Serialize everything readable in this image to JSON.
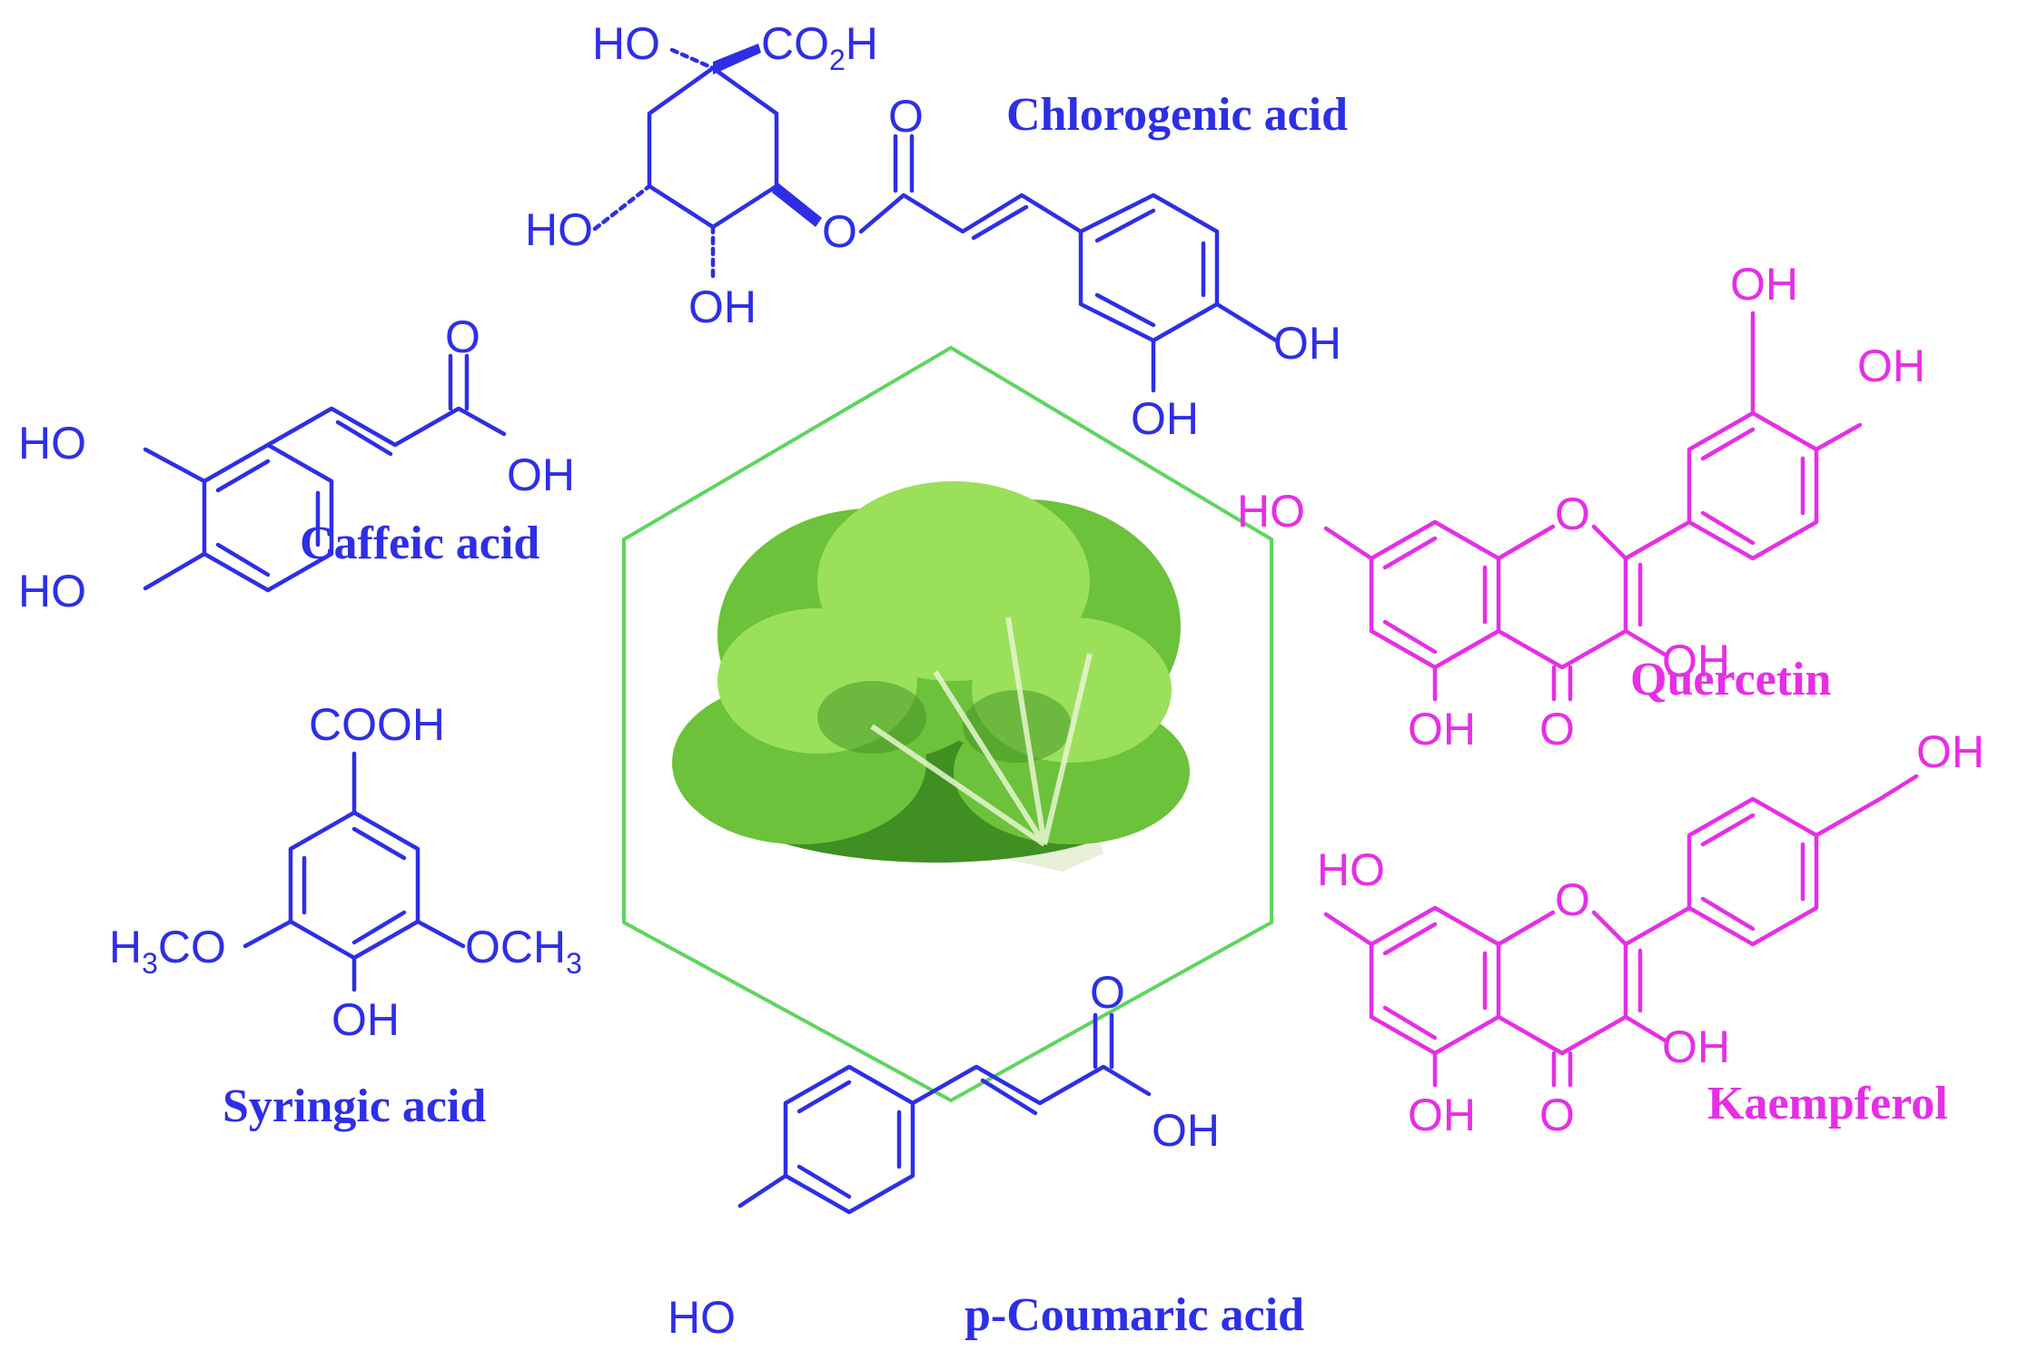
{
  "colors": {
    "phenolic_acid": "#2e2ee6",
    "flavonoid": "#e62ee6",
    "hexagon": "#5fd45f",
    "leaf_light": "#9be05a",
    "leaf_mid": "#6cc23a",
    "leaf_dark": "#3f8f22",
    "stem": "#e8efd8"
  },
  "center_image": {
    "icon": "lettuce-icon"
  },
  "compounds": {
    "chlorogenic": {
      "name": "Chlorogenic acid",
      "ho_top": "HO",
      "co2h": "CO",
      "co2h_sub": "2",
      "co2h_h": "H",
      "o_carbonyl": "O",
      "o_ester": "O",
      "ho_left": "HO",
      "oh_bottom": "OH",
      "oh_ring_right": "OH",
      "oh_ring_bottom": "OH"
    },
    "caffeic": {
      "name": "Caffeic acid",
      "ho_top": "HO",
      "ho_bottom": "HO",
      "o_carbonyl": "O",
      "oh_acid": "OH"
    },
    "syringic": {
      "name": "Syringic acid",
      "cooh": "COOH",
      "h3co_h": "H",
      "h3co_sub": "3",
      "h3co_rest": "CO",
      "och3_main": "OCH",
      "och3_sub": "3",
      "oh": "OH"
    },
    "coumaric": {
      "name": "p-Coumaric acid",
      "o_carbonyl": "O",
      "oh_acid": "OH",
      "ho": "HO"
    },
    "quercetin": {
      "name": "Quercetin",
      "ho_left": "HO",
      "o_ring": "O",
      "oh_3": "OH",
      "o_keto": "O",
      "oh_5": "OH",
      "oh_top": "OH",
      "oh_right": "OH"
    },
    "kaempferol": {
      "name": "Kaempferol",
      "ho_left": "HO",
      "o_ring": "O",
      "oh_3": "OH",
      "o_keto": "O",
      "oh_5": "OH",
      "oh_top": "OH"
    }
  }
}
